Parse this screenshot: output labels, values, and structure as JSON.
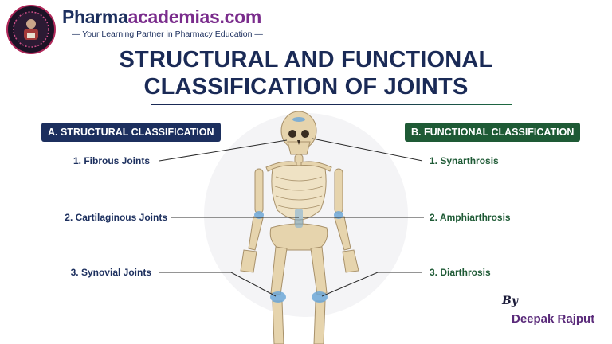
{
  "header": {
    "brand_prefix": "Pharma",
    "brand_suffix": "academias.com",
    "tagline": "— Your Learning Partner in Pharmacy Education —"
  },
  "title": {
    "line1": "STRUCTURAL AND FUNCTIONAL",
    "line2": "CLASSIFICATION OF JOINTS"
  },
  "structural": {
    "heading": "A. STRUCTURAL CLASSIFICATION",
    "items": [
      "1. Fibrous Joints",
      "2. Cartilaginous Joints",
      "3. Synovial Joints"
    ]
  },
  "functional": {
    "heading": "B. FUNCTIONAL CLASSIFICATION",
    "items": [
      "1. Synarthrosis",
      "2. Amphiarthrosis",
      "3. Diarthrosis"
    ]
  },
  "byline": {
    "by": "By",
    "author": "Deepak Rajput"
  },
  "colors": {
    "navy": "#1c2f5e",
    "green": "#1e5a35",
    "bone": "#e6d4ad",
    "joint": "#6ea8d8",
    "author": "#5a2a7a"
  }
}
